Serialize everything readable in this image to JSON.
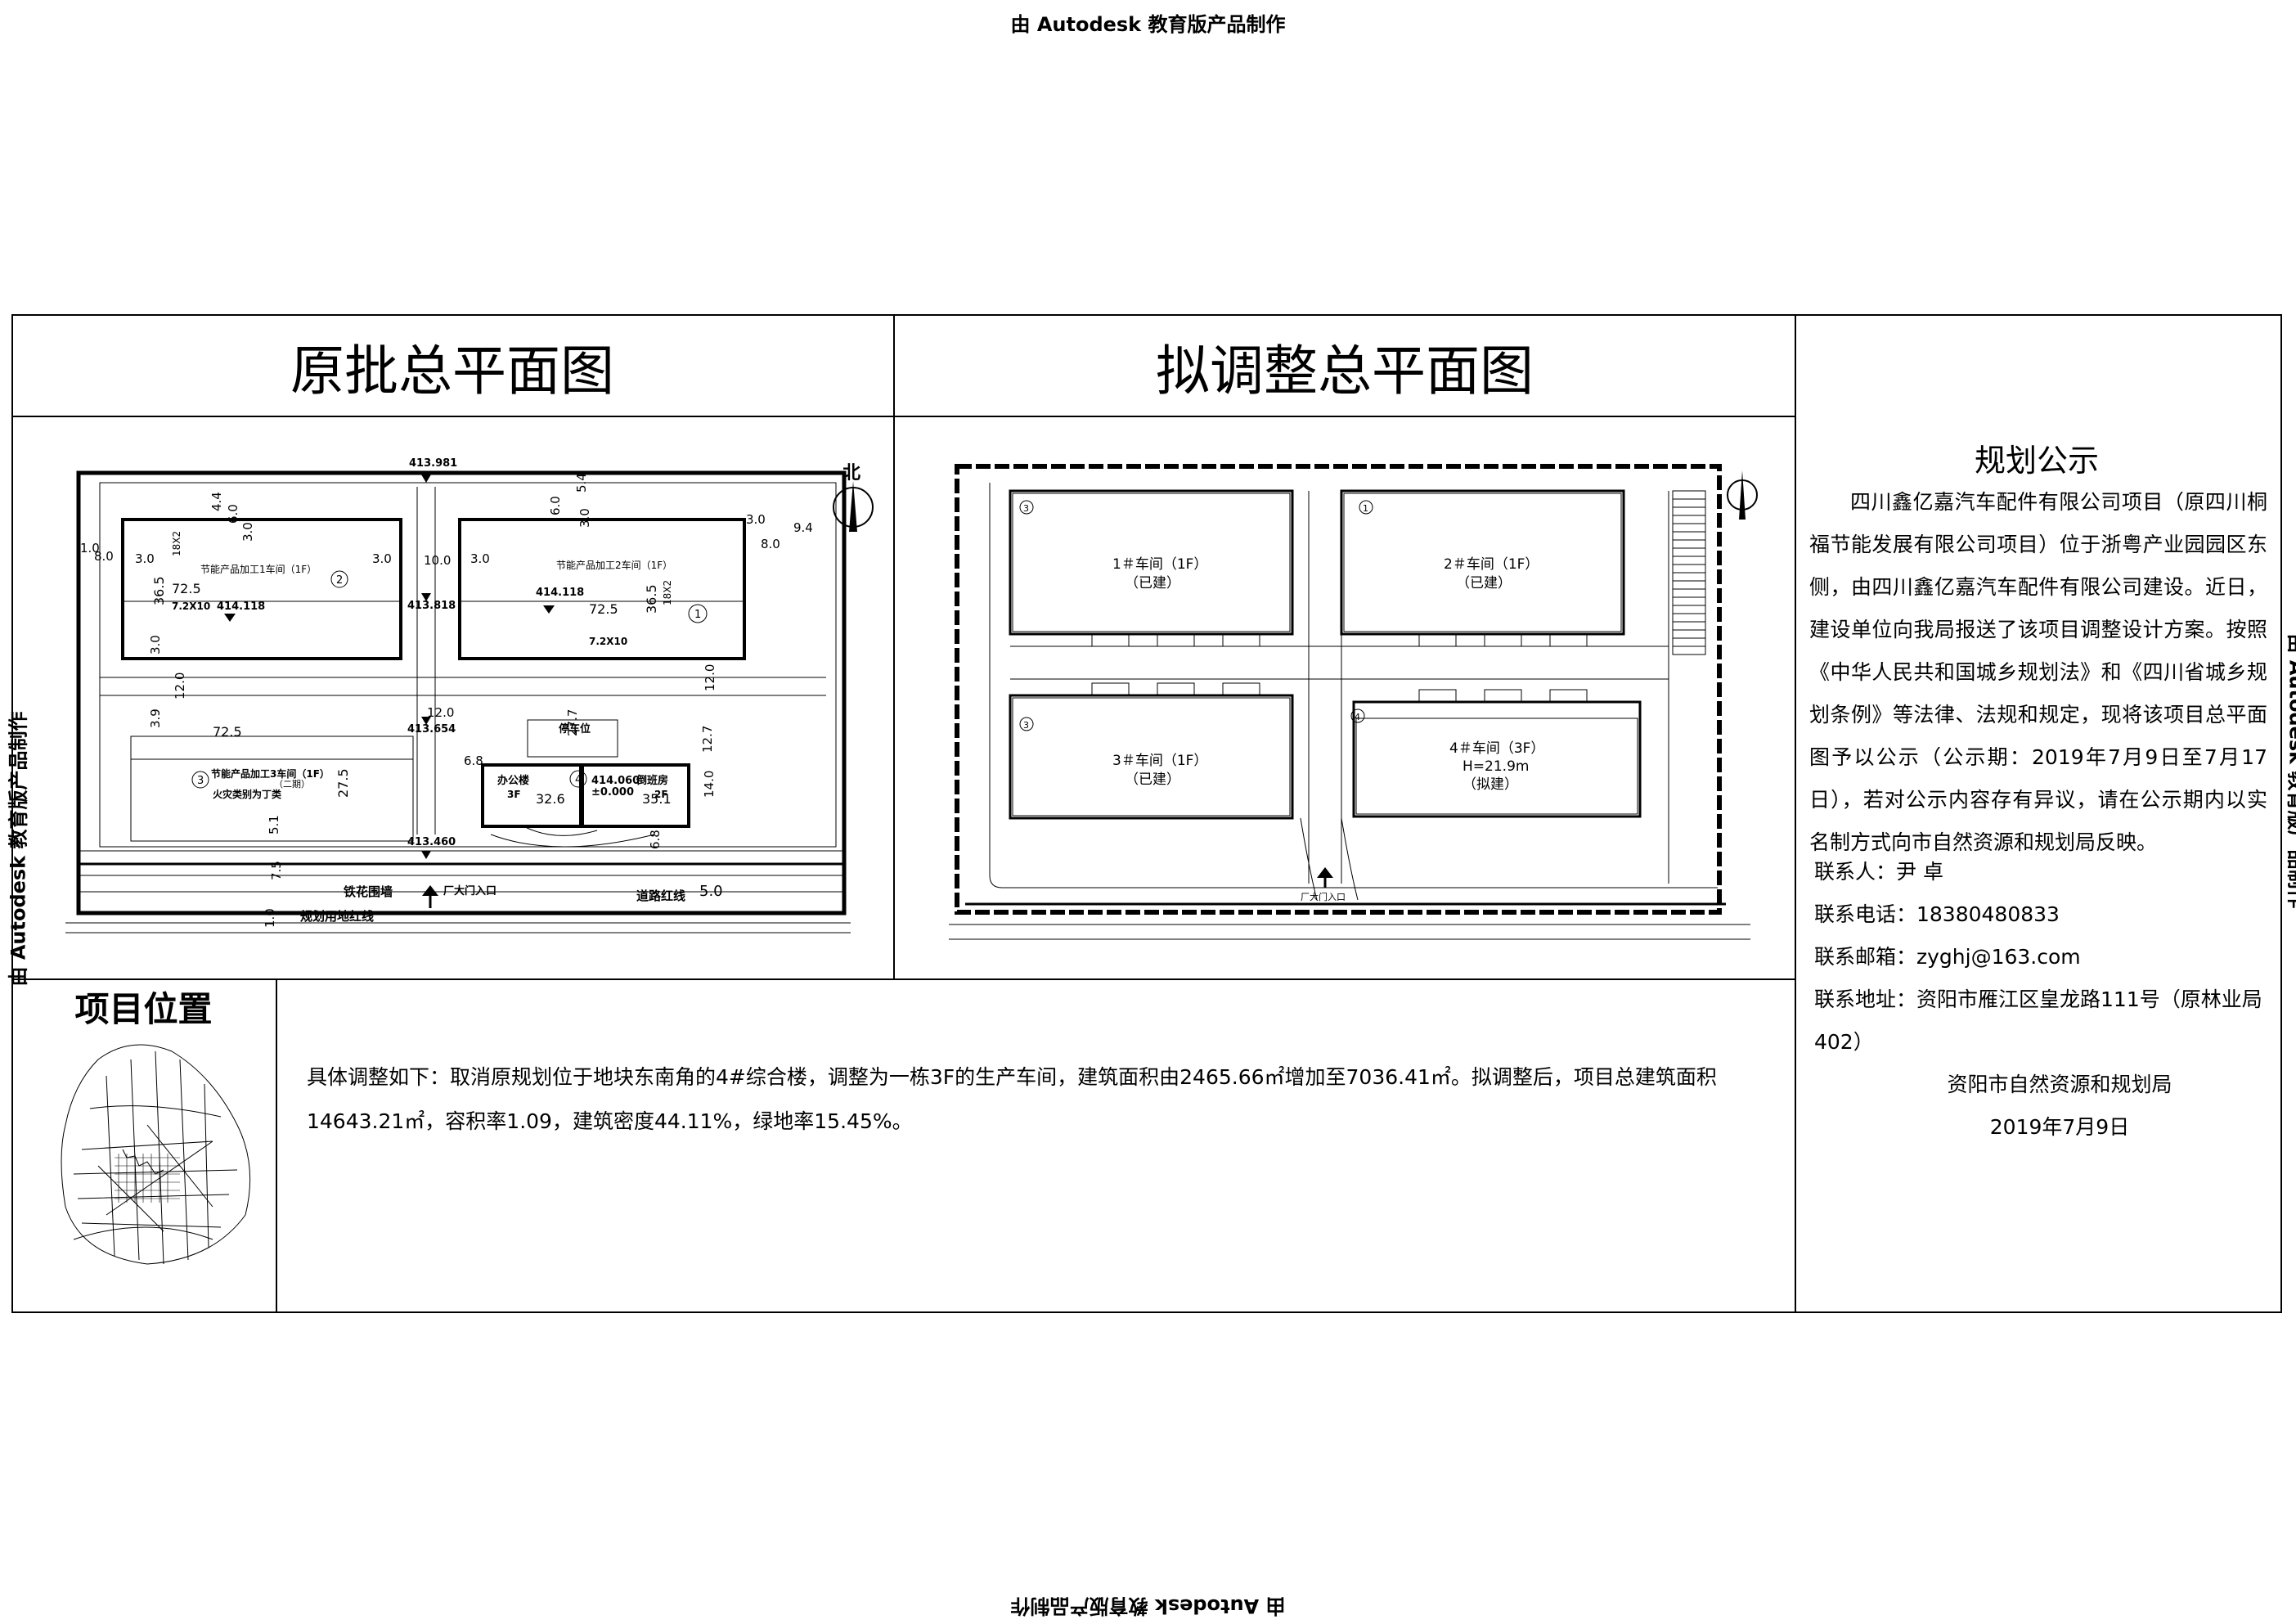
{
  "watermark": "由 Autodesk 教育版产品制作",
  "titles": {
    "original": "原批总平面图",
    "adjusted": "拟调整总平面图",
    "location": "项目位置"
  },
  "north_label": "北",
  "plan_original": {
    "buildings": [
      {
        "name": "节能产品加工1车间（1F）",
        "marker": "2",
        "elevation": "414.118",
        "grid": "7.2X10",
        "width": "72.5",
        "depth": "36.5",
        "bay": "18X2"
      },
      {
        "name": "节能产品加工2车间（1F）",
        "marker": "1",
        "elevation": "414.118",
        "grid": "7.2X10",
        "width": "72.5",
        "depth": "36.5",
        "bay": "18X2"
      },
      {
        "name": "节能产品加工3车间（1F）",
        "marker": "3",
        "note": "（二期）",
        "fire": "火灾类别为丁类",
        "width": "72.5",
        "depth": "27.5"
      },
      {
        "name": "办公楼",
        "floors": "3F",
        "marker": "4",
        "width": "32.6"
      },
      {
        "name": "倒班房",
        "floors": "2F",
        "width": "35.1"
      }
    ],
    "elevations": [
      "413.981",
      "413.818",
      "413.654",
      "413.460"
    ],
    "ground_elev": "414.060",
    "ground_zero": "±0.000",
    "dims": [
      "4.4",
      "6.0",
      "3.0",
      "5.4",
      "6.0",
      "3.0",
      "3.0",
      "8.0",
      "9.4",
      "1.0",
      "8.0",
      "3.0",
      "3.0",
      "10.0",
      "3.0",
      "3.0",
      "12.0",
      "12.0",
      "3.9",
      "12.0",
      "27.7",
      "12.7",
      "6.8",
      "5.1",
      "7.5",
      "1.0",
      "6.8",
      "5.0",
      "14.0"
    ],
    "labels": {
      "parking": "停车位",
      "fence": "铁花围墙",
      "gate": "厂大门入口",
      "road_line": "道路红线",
      "plan_line": "规划用地红线"
    }
  },
  "plan_adjusted": {
    "buildings": [
      {
        "name": "1＃车间（1F）",
        "status": "（已建）",
        "marker": "3"
      },
      {
        "name": "2＃车间（1F）",
        "status": "（已建）",
        "marker": "1"
      },
      {
        "name": "3＃车间（1F）",
        "status": "（已建）",
        "marker": "3"
      },
      {
        "name": "4＃车间（3F）",
        "height": "H=21.9m",
        "status": "（拟建）",
        "marker": "4"
      }
    ],
    "gate": "厂大门入口"
  },
  "notice": {
    "title": "规划公示",
    "body": "四川鑫亿嘉汽车配件有限公司项目（原四川桐福节能发展有限公司项目）位于浙粤产业园园区东侧，由四川鑫亿嘉汽车配件有限公司建设。近日，建设单位向我局报送了该项目调整设计方案。按照《中华人民共和国城乡规划法》和《四川省城乡规划条例》等法律、法规和规定，现将该项目总平面图予以公示（公示期：2019年7月9日至7月17日），若对公示内容存有异议，请在公示期内以实名制方式向市自然资源和规划局反映。",
    "contact_person": "联系人：尹 卓",
    "phone": "联系电话：18380480833",
    "email": "联系邮箱：zyghj@163.com",
    "address": "联系地址：资阳市雁江区皇龙路111号（原林业局402）",
    "issuer": "资阳市自然资源和规划局",
    "date": "2019年7月9日"
  },
  "adjust_desc": "具体调整如下：取消原规划位于地块东南角的4#综合楼，调整为一栋3F的生产车间，建筑面积由2465.66㎡增加至7036.41㎡。拟调整后，项目总建筑面积14643.21㎡，容积率1.09，建筑密度44.11%，绿地率15.45%。"
}
